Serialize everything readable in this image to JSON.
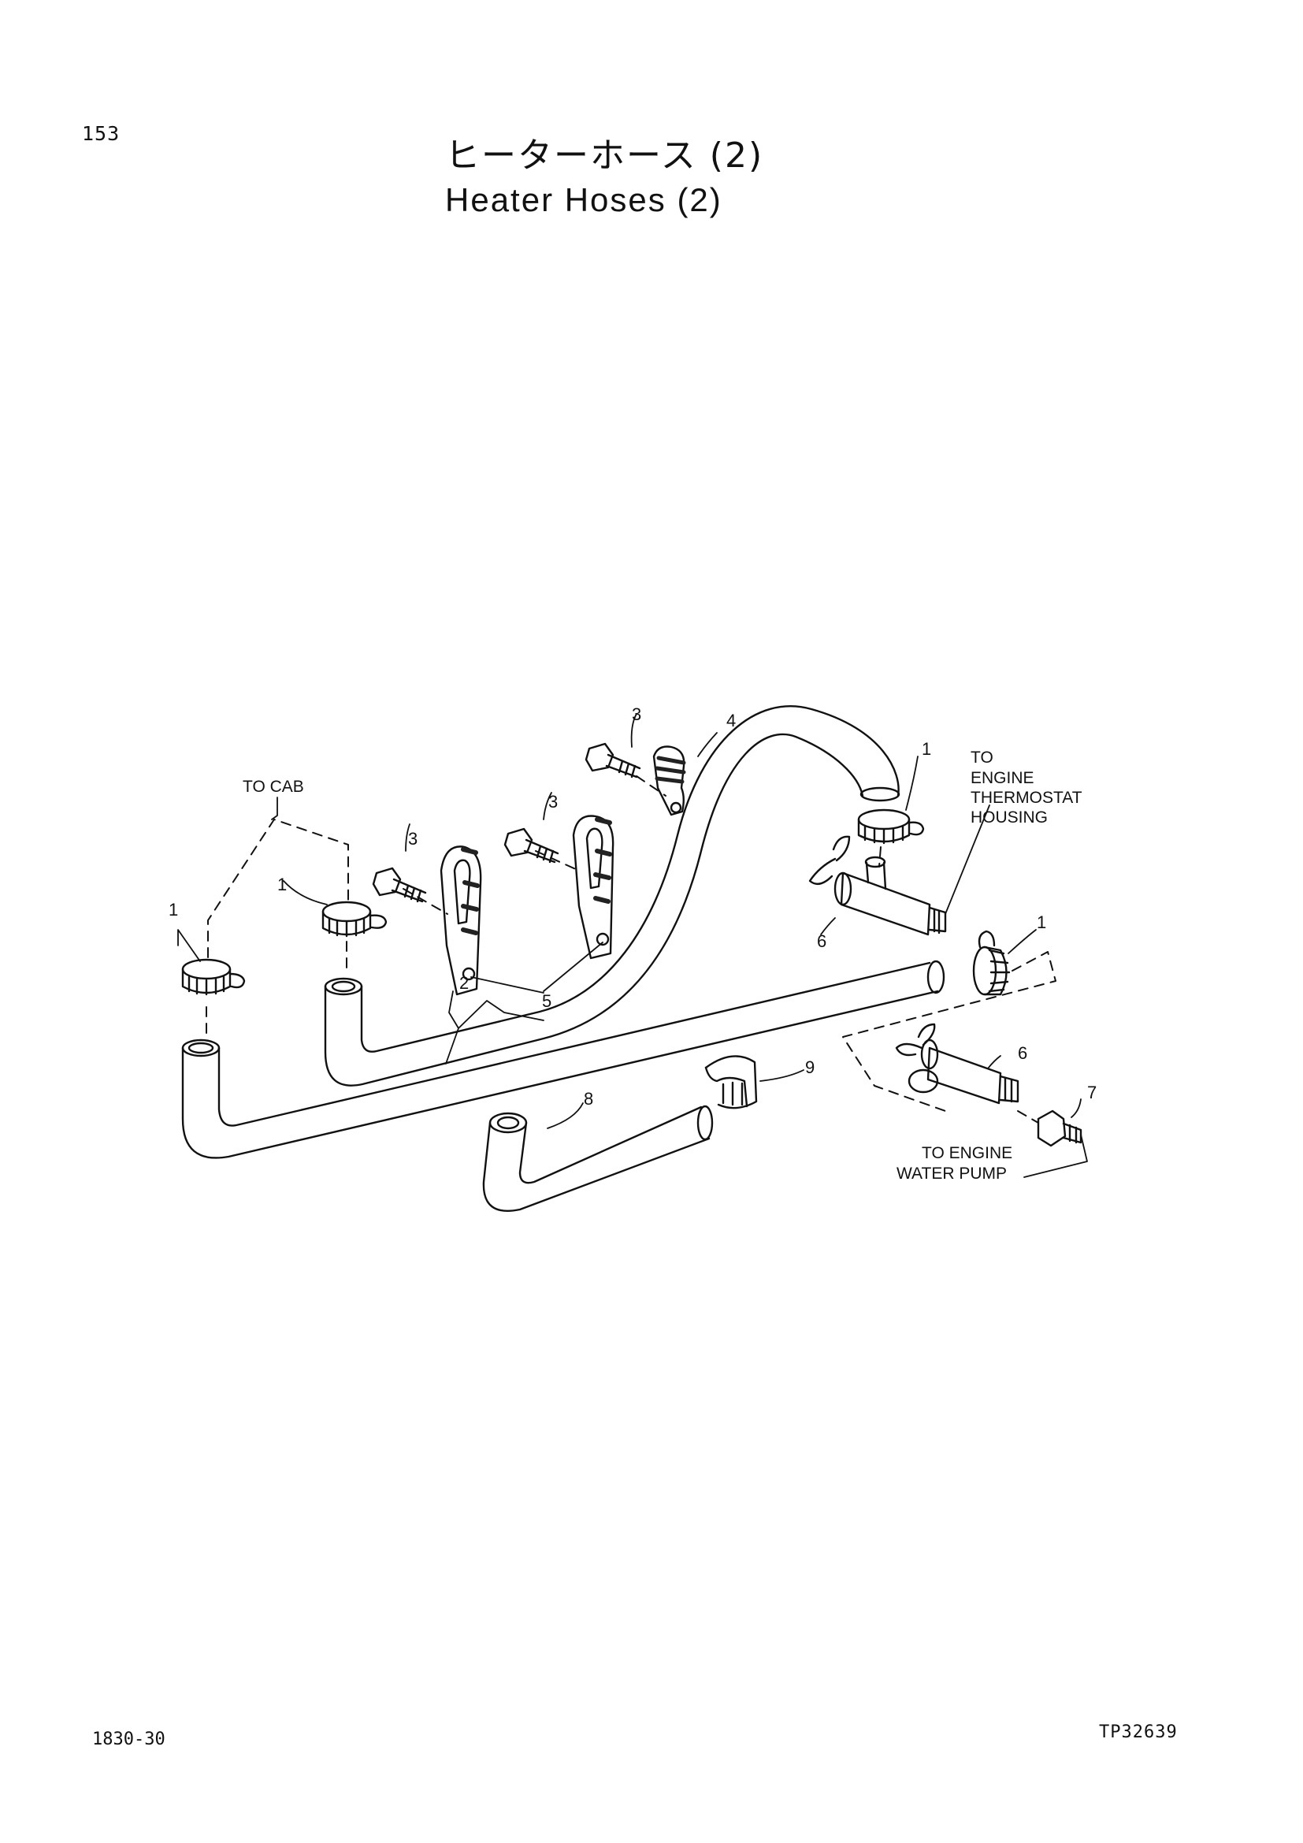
{
  "page": {
    "number": "153"
  },
  "title": {
    "japanese": "ヒーターホース  (2)",
    "english": "Heater Hoses  (2)"
  },
  "notes": {
    "to_cab": "TO CAB",
    "thermostat": [
      "TO",
      "ENGINE",
      "THERMOSTAT",
      "HOUSING"
    ],
    "water_pump": [
      "TO ENGINE",
      "WATER PUMP"
    ]
  },
  "callouts": {
    "c1": "1",
    "c2": "2",
    "c3": "3",
    "c4": "4",
    "c5": "5",
    "c6": "6",
    "c7": "7",
    "c8": "8",
    "c9": "9"
  },
  "footer": {
    "doc_code": "1830-30",
    "ref_code": "TP32639"
  }
}
